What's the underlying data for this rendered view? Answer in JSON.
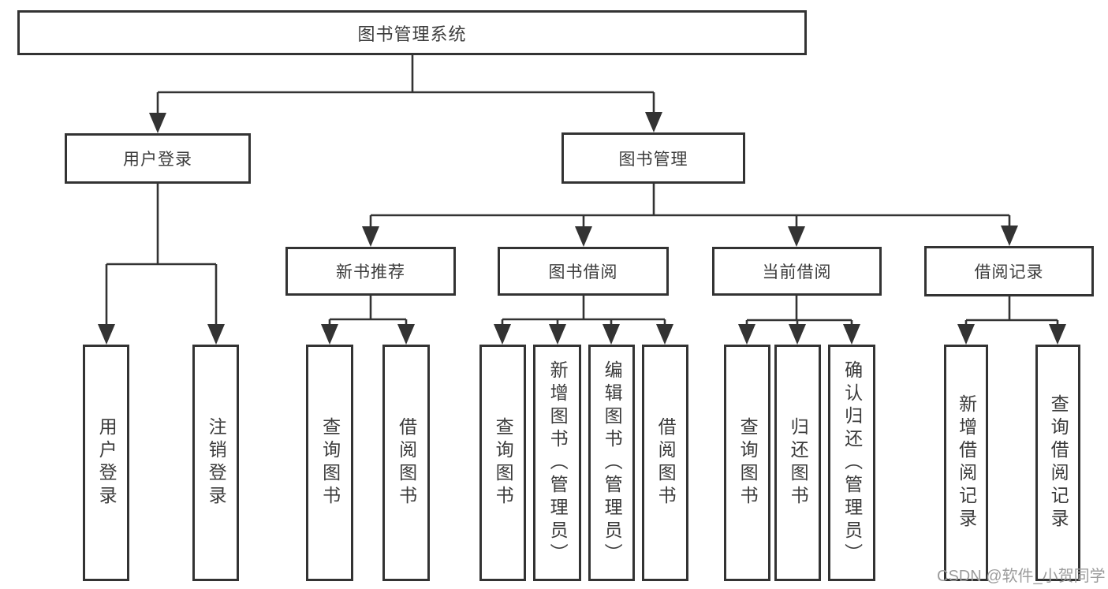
{
  "diagram": {
    "tree": {
      "label": "图书管理系统",
      "children": [
        {
          "label": "用户登录",
          "children": [
            {
              "label": "用户登录"
            },
            {
              "label": "注销登录"
            }
          ]
        },
        {
          "label": "图书管理",
          "children": [
            {
              "label": "新书推荐",
              "children": [
                {
                  "label": "查询图书"
                },
                {
                  "label": "借阅图书"
                }
              ]
            },
            {
              "label": "图书借阅",
              "children": [
                {
                  "label": "查询图书"
                },
                {
                  "label": "新增图书（管理员）"
                },
                {
                  "label": "编辑图书（管理员）"
                },
                {
                  "label": "借阅图书"
                }
              ]
            },
            {
              "label": "当前借阅",
              "children": [
                {
                  "label": "查询图书"
                },
                {
                  "label": "归还图书"
                },
                {
                  "label": "确认归还（管理员）"
                }
              ]
            },
            {
              "label": "借阅记录",
              "children": [
                {
                  "label": "新增借阅记录"
                },
                {
                  "label": "查询借阅记录"
                }
              ]
            }
          ]
        }
      ]
    },
    "watermark": "CSDN @软件_小贺同学",
    "colors": {
      "line": "#333333",
      "border": "#333333",
      "text": "#3b3b3b",
      "watermark": "#9c9c9c",
      "background": "#ffffff"
    }
  }
}
